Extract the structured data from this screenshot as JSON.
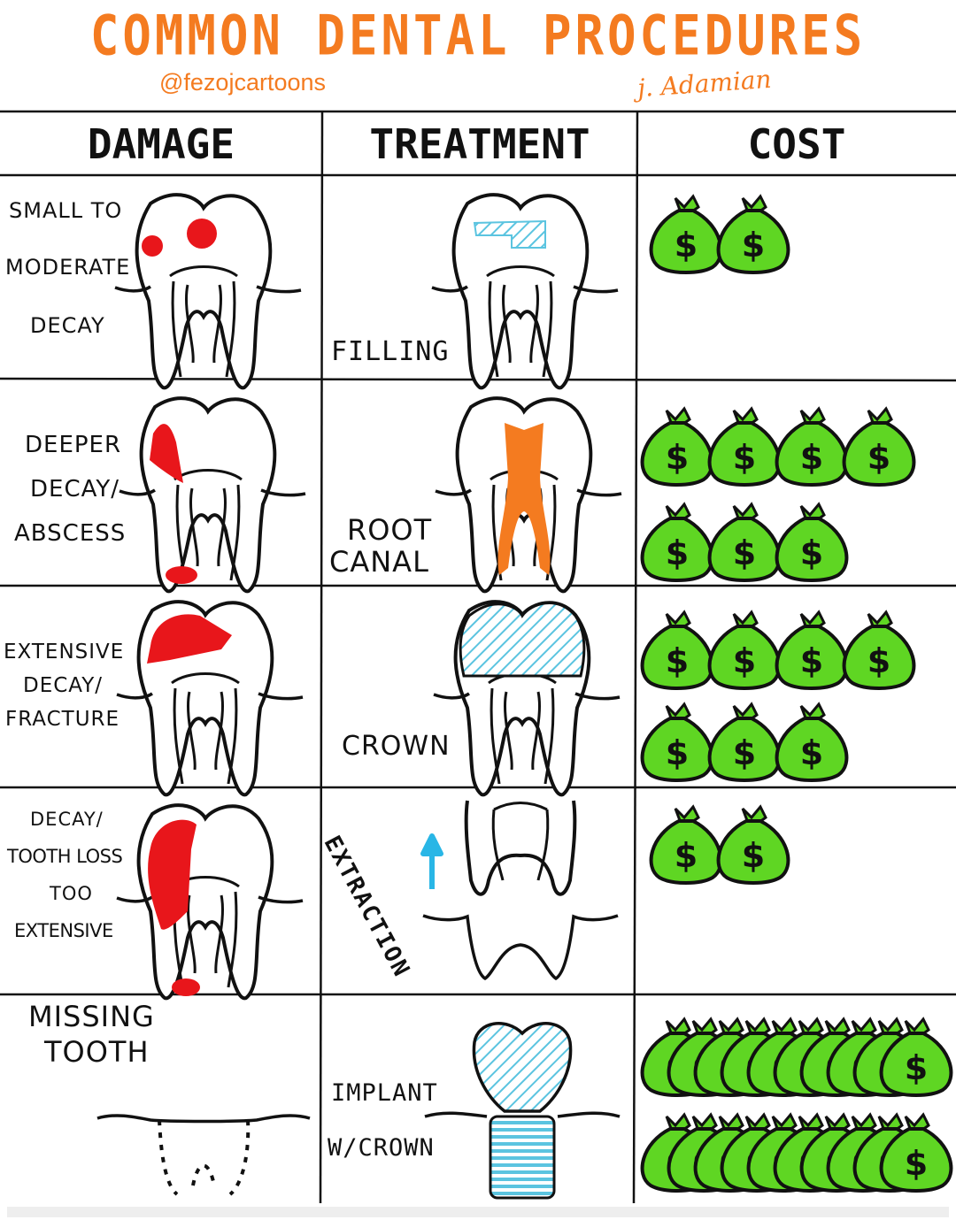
{
  "title": "COMMON  DENTAL  PROCEDURES",
  "handle": "@fezojcartoons",
  "signature": "j. Adamian",
  "headers": {
    "damage": "DAMAGE",
    "treatment": "TREATMENT",
    "cost": "COST"
  },
  "rows": [
    {
      "damage": [
        "SMALL TO",
        "MODERATE",
        "DECAY"
      ],
      "treatment": [
        "FILLING"
      ],
      "cost_bags": 2
    },
    {
      "damage": [
        "DEEPER",
        "DECAY/",
        "ABSCESS"
      ],
      "treatment": [
        "ROOT",
        "CANAL"
      ],
      "cost_bags": 7
    },
    {
      "damage": [
        "EXTENSIVE",
        "DECAY/",
        "FRACTURE"
      ],
      "treatment": [
        "CROWN"
      ],
      "cost_bags": 7
    },
    {
      "damage": [
        "DECAY/",
        "TOOTH LOSS",
        "TOO",
        "EXTENSIVE"
      ],
      "treatment": [
        "EXTRACTION"
      ],
      "cost_bags": 2
    },
    {
      "damage": [
        "MISSING",
        "TOOTH"
      ],
      "treatment": [
        "IMPLANT",
        "W/CROWN"
      ],
      "cost_bags": 20
    }
  ],
  "bag_symbol": "$",
  "colors": {
    "accent": "#f47b20",
    "decay": "#e8161b",
    "treatment_blue": "#5bc4e0",
    "root_canal": "#f47b20",
    "money": "#5fd623"
  }
}
